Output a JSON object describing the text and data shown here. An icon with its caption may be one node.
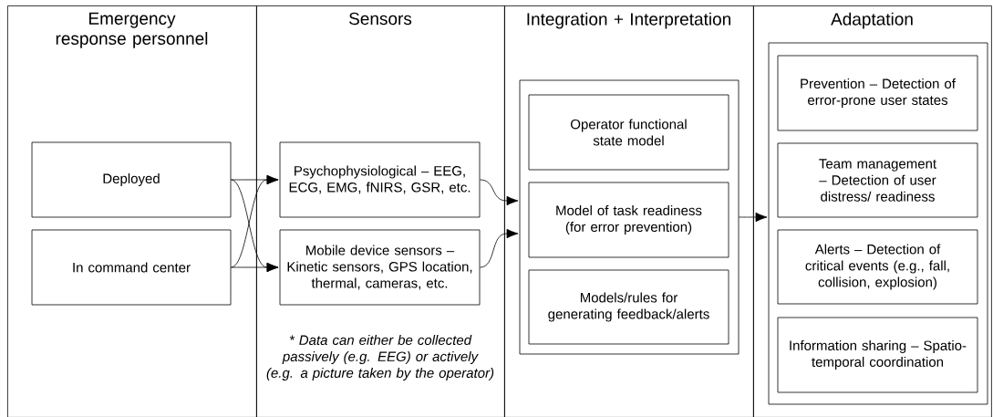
{
  "diagram": {
    "nodes": [
      {
        "text": [
          "Emergency response personnel"
        ]
      },
      {
        "text": [
          "Deployed"
        ],
        "in": 0
      },
      {
        "text": [
          "In command center"
        ],
        "in": 0
      },
      {
        "text": [
          "Sensors"
        ]
      },
      {
        "text": [
          "Psychophysiological – EEG, ECG, EMG, fNIRS, GSR, etc."
        ],
        "in": 3
      },
      {
        "text": [
          "Mobile device sensors – Kinetic sensors, GPS location, thermal, cameras, etc."
        ],
        "in": 3
      },
      {
        "text": [
          "Integration + Interpretation"
        ]
      },
      {
        "text": [],
        "shape": "box",
        "in": 6
      },
      {
        "text": [
          "Operator functional state model"
        ],
        "in": 7
      },
      {
        "text": [
          "Model of task readiness (for error prevention)"
        ],
        "in": 7
      },
      {
        "text": [
          "Models/rules for generating feedback/alerts"
        ],
        "in": 7
      },
      {
        "text": [
          "Adaptation"
        ]
      },
      {
        "text": [],
        "shape": "box",
        "in": 11
      },
      {
        "text": [
          "Prevention – Detection of error-prone user states"
        ],
        "in": 12
      },
      {
        "text": [
          "Team management – Detection of user distress/ readiness"
        ],
        "in": 12
      },
      {
        "text": [
          "Alerts – Detection of critical events (e.g., fall, collision, explosion)"
        ],
        "in": 12
      },
      {
        "text": [
          "Information sharing – Spatio-temporal coordination"
        ],
        "in": 12
      }
    ],
    "edges": [
      {
        "from": 1,
        "to": 4,
        "arrow": "to"
      },
      {
        "from": 1,
        "to": 5,
        "arrow": "to"
      },
      {
        "from": 2,
        "to": 4,
        "arrow": "to"
      },
      {
        "from": 2,
        "to": 5,
        "arrow": "to"
      },
      {
        "from": 4,
        "to": 7,
        "arrow": "to"
      },
      {
        "from": 5,
        "to": 7,
        "arrow": "to"
      },
      {
        "from": 7,
        "to": 12,
        "arrow": "to"
      }
    ],
    "labels": [
      "* Data can either be collected passively (e.g. EEG) or actively (e.g. a picture taken by the operator)"
    ]
  }
}
